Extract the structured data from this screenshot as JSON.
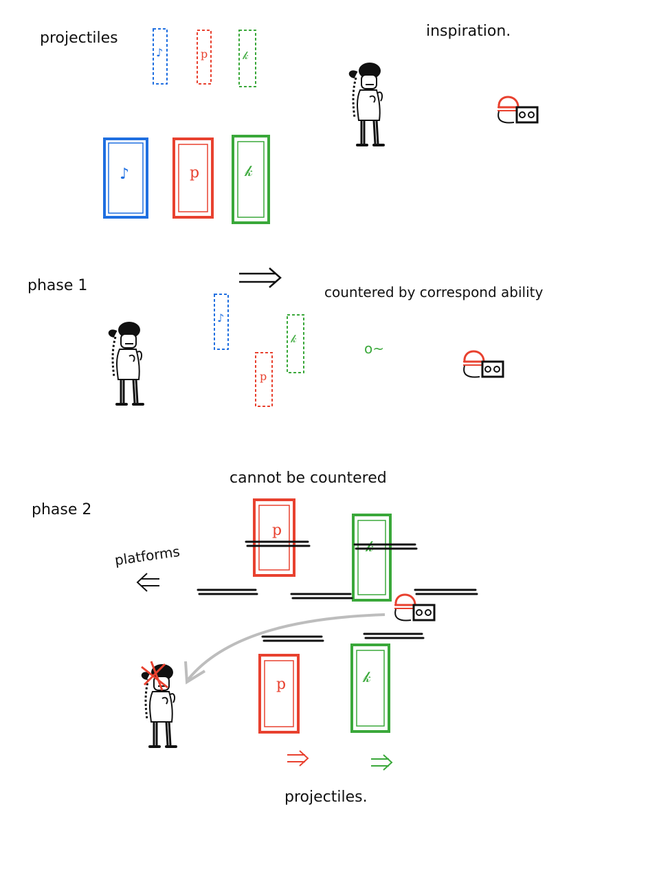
{
  "labels": {
    "projectiles_top": "projectiles",
    "inspiration": "inspiration.",
    "phase1": "phase 1",
    "countered": "countered by correspond ability",
    "tilde": "o~",
    "cannot_be_countered": "cannot be countered",
    "phase2": "phase 2",
    "platforms": "platforms",
    "projectiles_bottom": "projectiles."
  },
  "cards": {
    "blue": {
      "color": "#1f6fe0",
      "glyph": "♪"
    },
    "red": {
      "color": "#e8412f",
      "glyph": "p"
    },
    "green": {
      "color": "#3aa83a",
      "glyph": "𝓀"
    }
  },
  "colors": {
    "ink": "#111111",
    "arrow_gray": "#bdbdbd",
    "hat_red": "#e8412f"
  },
  "icons": [
    "right-double-arrow",
    "left-double-arrow",
    "curved-arrow",
    "player-character",
    "enemy-with-radio"
  ]
}
